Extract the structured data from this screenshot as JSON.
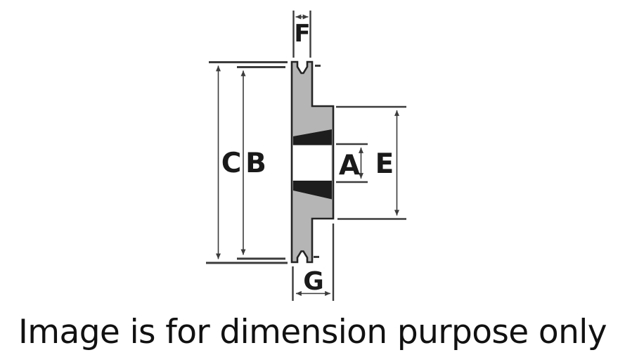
{
  "diagram": {
    "description": "V-belt pulley cross-section dimension drawing",
    "dimension_labels": {
      "F": "F",
      "C": "C",
      "B": "B",
      "A": "A",
      "E": "E",
      "G": "G"
    }
  },
  "caption": "Image is for dimension purpose only",
  "colors": {
    "background": "#ffffff",
    "pulley_fill": "#b5b5b5",
    "bore_fill": "#ffffff",
    "bushing_fill": "#1d1d1d",
    "outline": "#242424",
    "dimension_line": "#3c3c3c",
    "label_text": "#1a1a1a",
    "caption_text": "#111111"
  }
}
